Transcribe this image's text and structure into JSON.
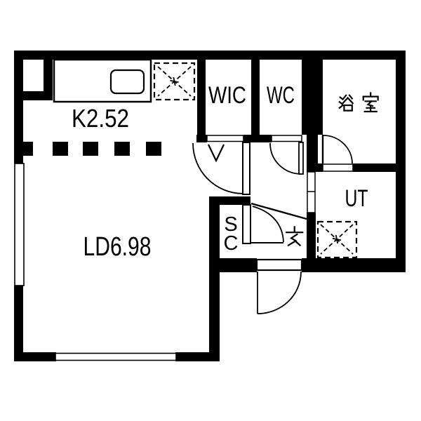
{
  "title": "apartment-floorplan",
  "colors": {
    "wall": "#000000",
    "background": "#ffffff",
    "line": "#000000"
  },
  "rooms": {
    "kitchen": {
      "label": "K2.52"
    },
    "living_dining": {
      "label": "LD6.98"
    },
    "walk_in_closet": {
      "label": "WIC"
    },
    "toilet": {
      "label": "WC"
    },
    "bathroom": {
      "label": "浴室"
    },
    "utility": {
      "label": "UT"
    },
    "shoe_closet": {
      "line1": "S",
      "line2": "C"
    },
    "entrance": {
      "label": "玄"
    }
  },
  "symbols": {
    "refrigerator_space": "dashed square with cross",
    "washer_pan": "dashed square with cross",
    "kitchen_sink": "counter with sink",
    "kitchen_ld_divider": "dashed boundary line",
    "windows": "left wall window, bottom wall window",
    "front_door": "swing door at bottom of entrance"
  }
}
